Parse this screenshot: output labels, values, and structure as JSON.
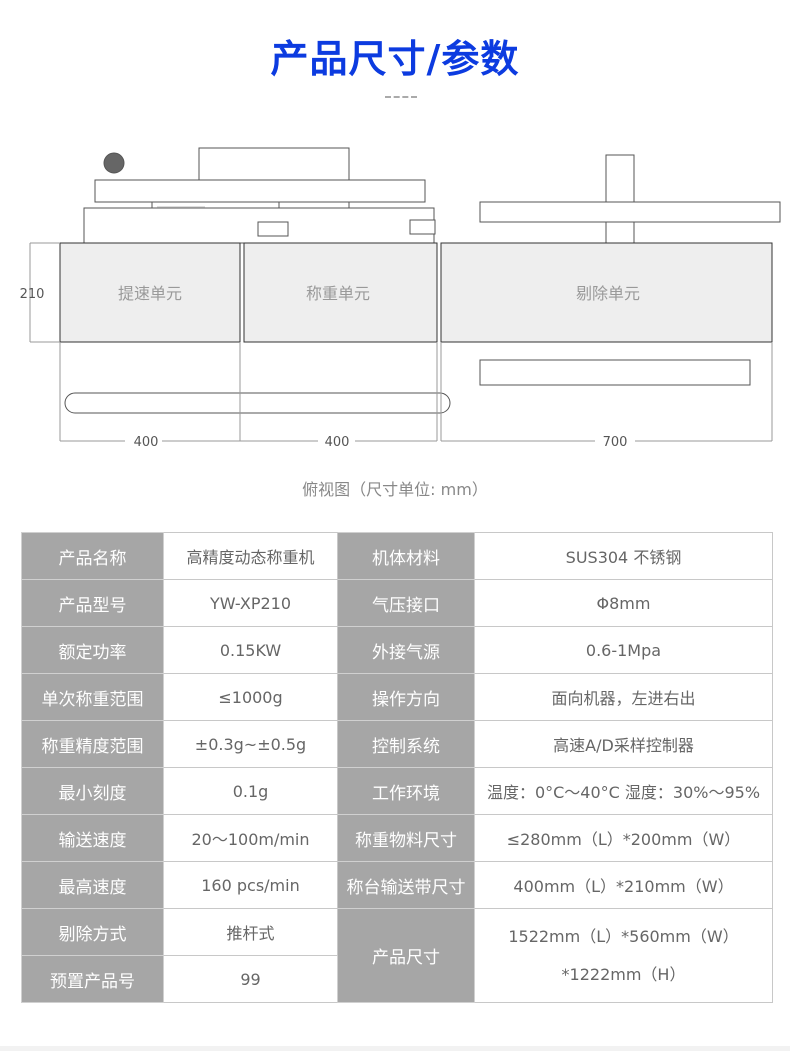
{
  "title": "产品尺寸/参数",
  "diagram": {
    "units": [
      "提速单元",
      "称重单元",
      "剔除单元"
    ],
    "width_dim": "210",
    "dims": [
      "400",
      "400",
      "700"
    ],
    "caption": "俯视图（尺寸单位: mm）"
  },
  "specs": [
    {
      "k1": "产品名称",
      "v1": "高精度动态称重机",
      "k2": "机体材料",
      "v2": "SUS304 不锈钢"
    },
    {
      "k1": "产品型号",
      "v1": "YW-XP210",
      "k2": "气压接口",
      "v2": "Φ8mm"
    },
    {
      "k1": "额定功率",
      "v1": "0.15KW",
      "k2": "外接气源",
      "v2": "0.6-1Mpa"
    },
    {
      "k1": "单次称重范围",
      "v1": "≤1000g",
      "k2": "操作方向",
      "v2": "面向机器，左进右出"
    },
    {
      "k1": "称重精度范围",
      "v1": "±0.3g~±0.5g",
      "k2": "控制系统",
      "v2": "高速A/D采样控制器"
    },
    {
      "k1": "最小刻度",
      "v1": "0.1g",
      "k2": "工作环境",
      "v2": "温度：0°C～40°C  湿度：30%～95%"
    },
    {
      "k1": "输送速度",
      "v1": "20～100m/min",
      "k2": "称重物料尺寸",
      "v2": "≤280mm（L）*200mm（W）"
    },
    {
      "k1": "最高速度",
      "v1": "160 pcs/min",
      "k2": "称台输送带尺寸",
      "v2": "400mm（L）*210mm（W）"
    },
    {
      "k1": "剔除方式",
      "v1": "推杆式",
      "k2": "产品尺寸",
      "v2a": "1522mm（L）*560mm（W）",
      "v2b": "*1222mm（H）"
    },
    {
      "k1": "预置产品号",
      "v1": "99"
    }
  ]
}
